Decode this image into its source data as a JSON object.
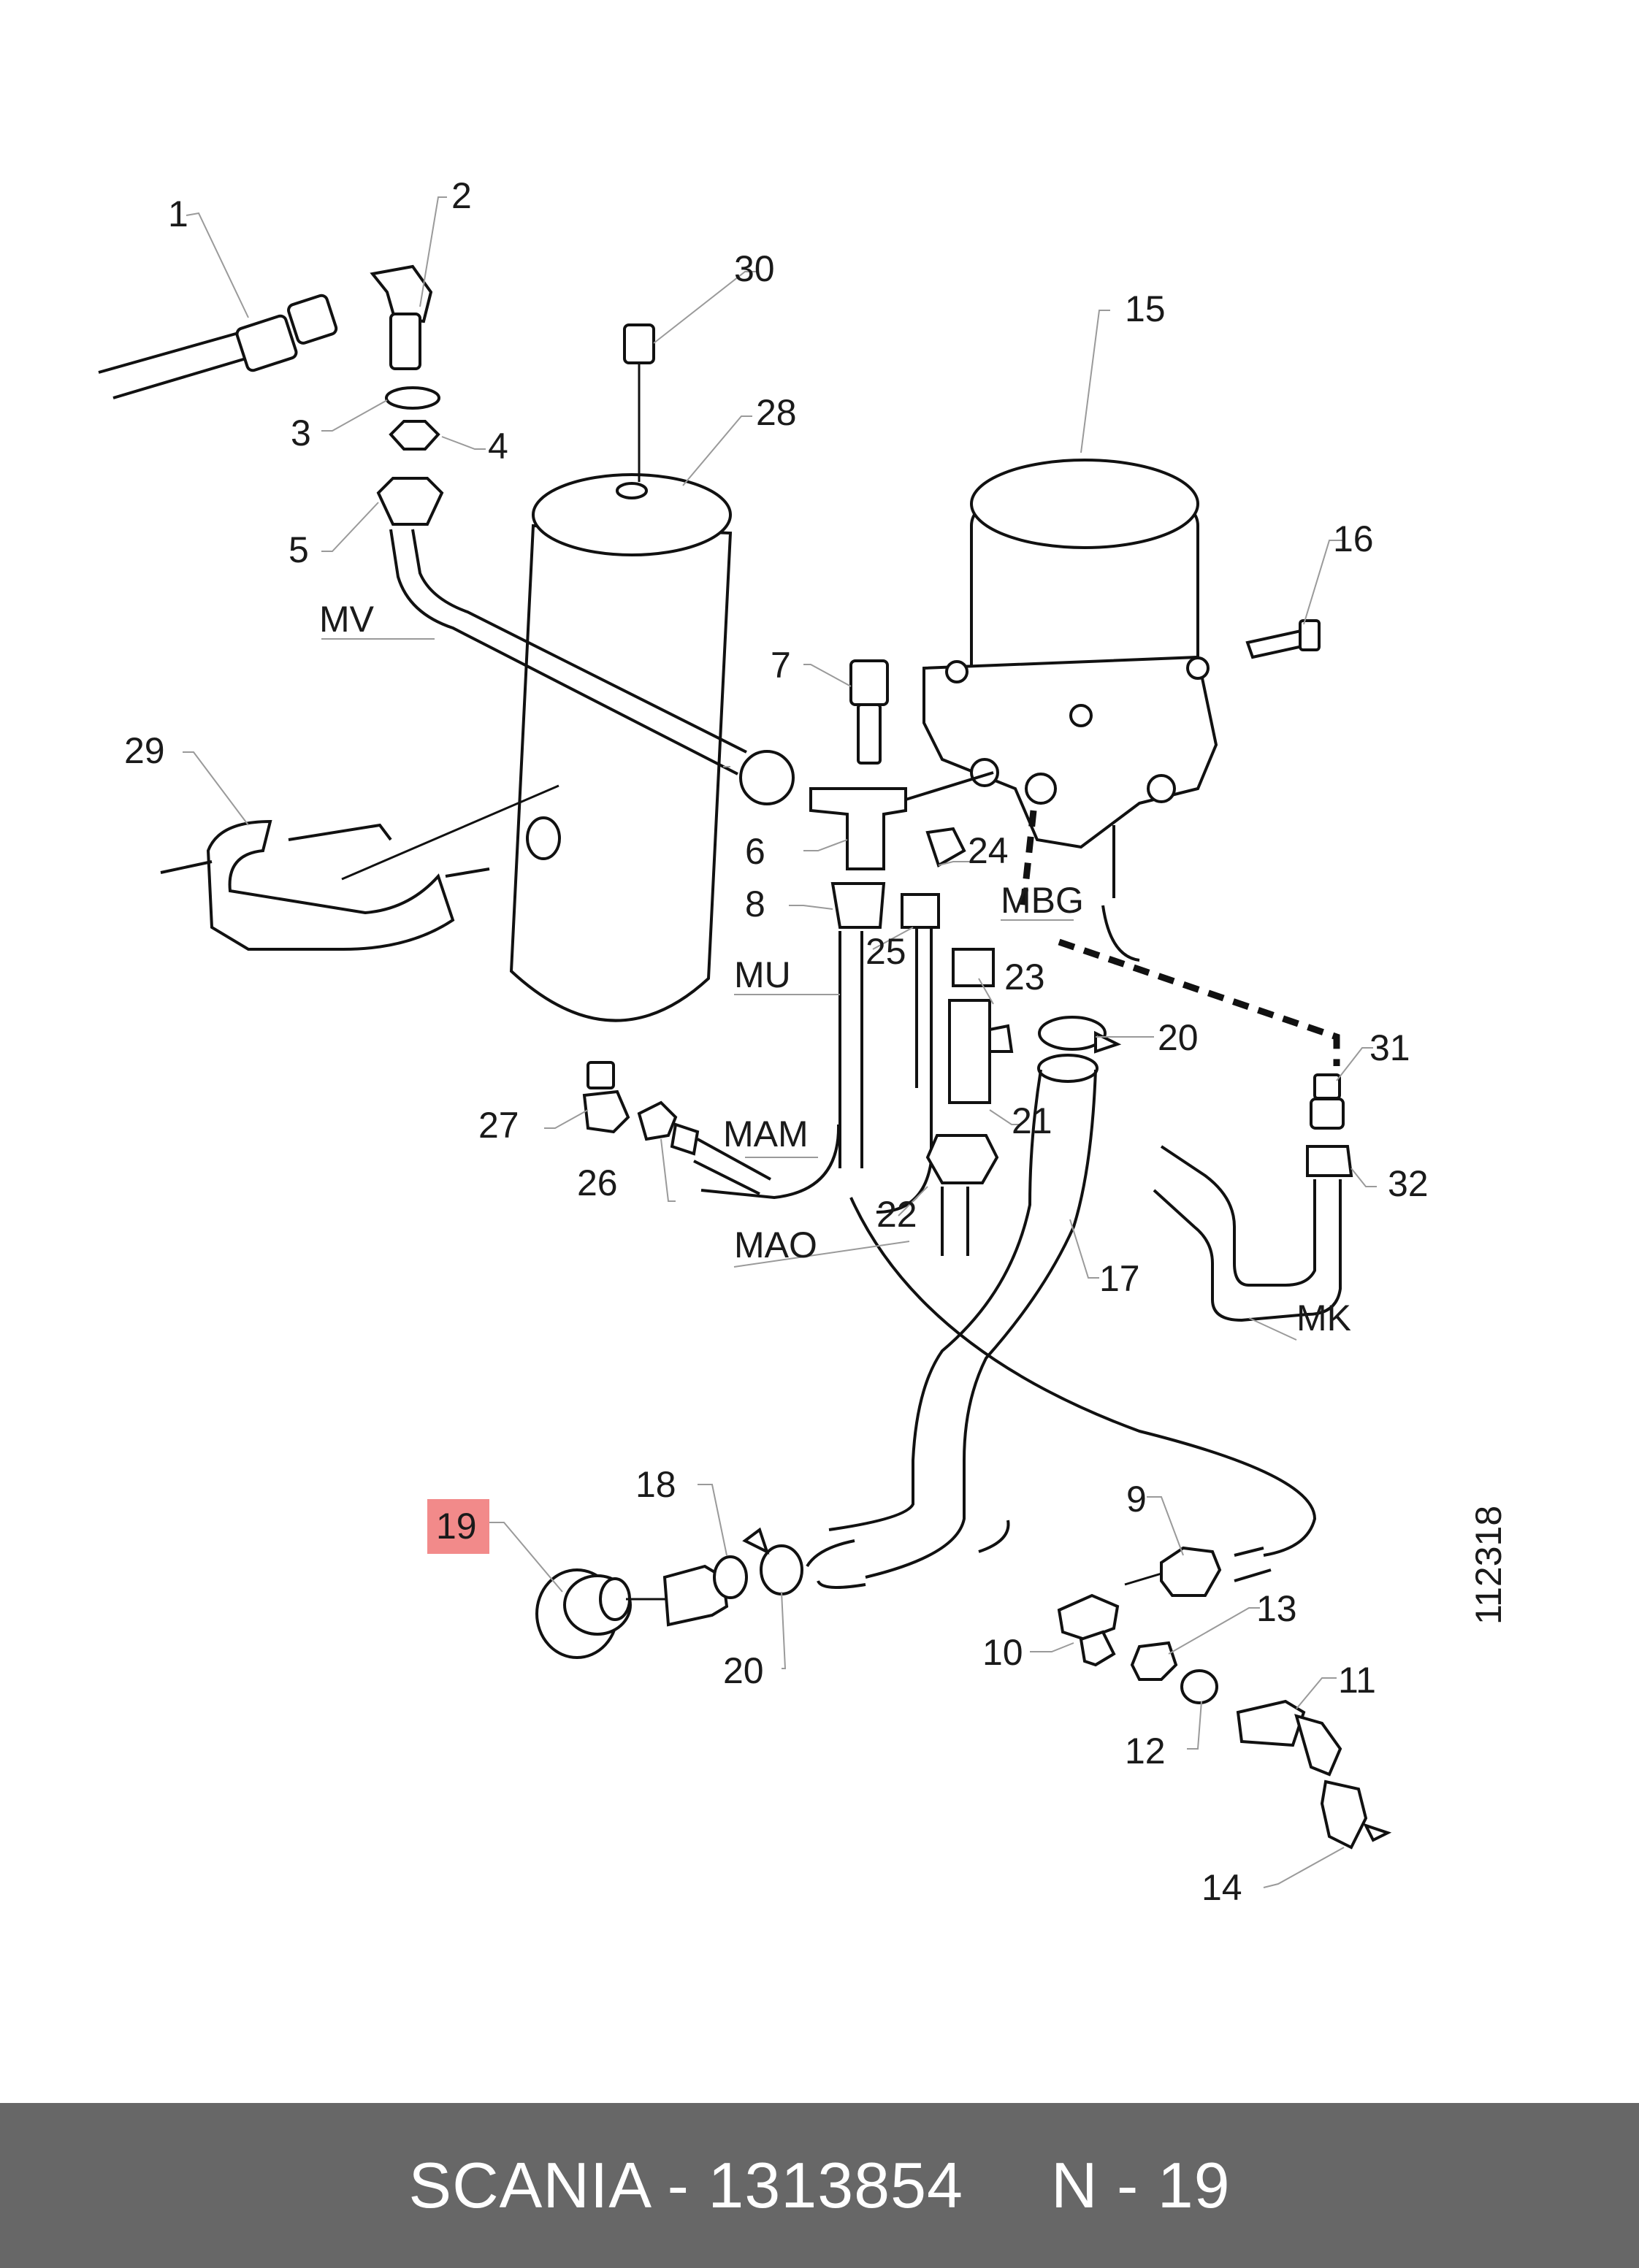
{
  "footer": {
    "brand_part": "SCANIA - 1313854",
    "position": "N - 19"
  },
  "drawing_number": "112318",
  "highlight_color": "#f28a8a",
  "callouts": {
    "c1": "1",
    "c2": "2",
    "c3": "3",
    "c4": "4",
    "c5": "5",
    "c6": "6",
    "c7": "7",
    "c8": "8",
    "c9": "9",
    "c10": "10",
    "c11": "11",
    "c12": "12",
    "c13": "13",
    "c14": "14",
    "c15": "15",
    "c16": "16",
    "c17": "17",
    "c18": "18",
    "c19": "19",
    "c20a": "20",
    "c20b": "20",
    "c21": "21",
    "c22": "22",
    "c23": "23",
    "c24": "24",
    "c25": "25",
    "c26": "26",
    "c27": "27",
    "c28": "28",
    "c29": "29",
    "c30": "30",
    "c31": "31",
    "c32": "32"
  },
  "line_codes": {
    "mv": "MV",
    "mu": "MU",
    "mam": "MAM",
    "mao": "MAO",
    "mbg": "MBG",
    "mk": "MK"
  }
}
